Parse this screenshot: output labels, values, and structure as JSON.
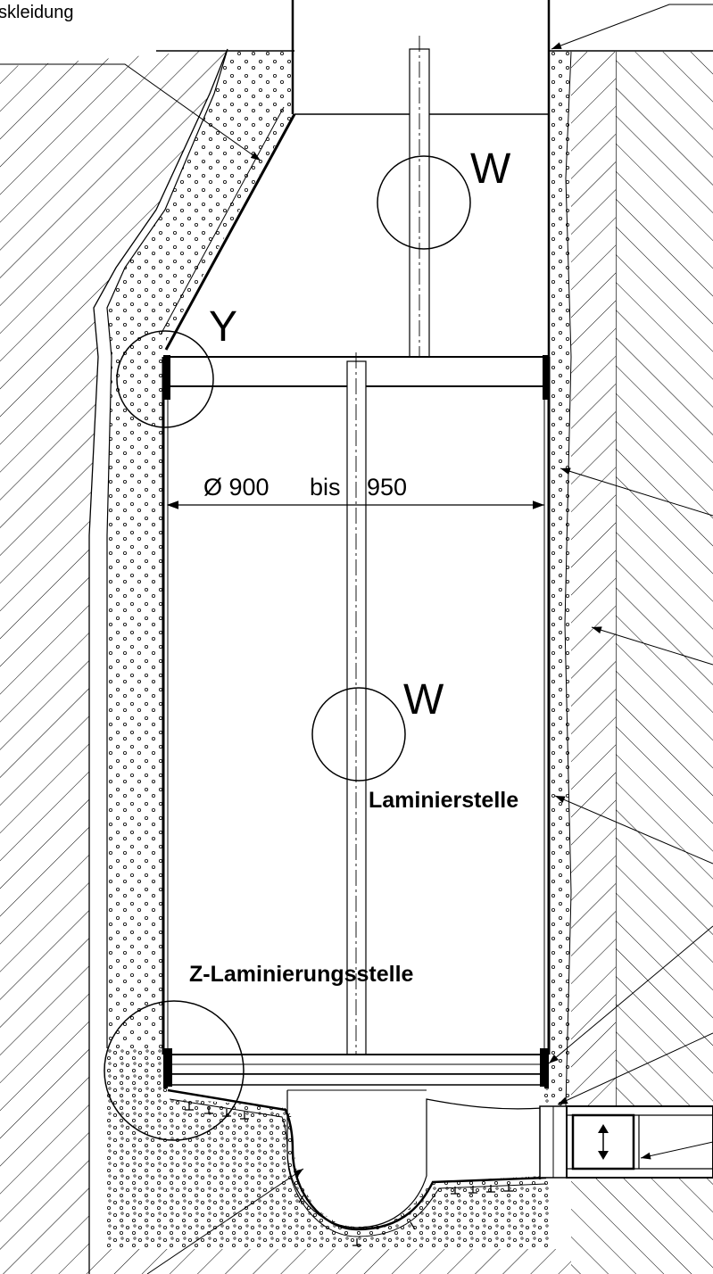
{
  "labels": {
    "top_left_partial": "skleidung",
    "detail_w_upper": "W",
    "detail_y": "Y",
    "detail_w_lower": "W",
    "diameter_prefix": "Ø 900",
    "diameter_mid": "bis",
    "diameter_end": "950",
    "laminierstelle": "Laminierstelle",
    "z_laminierung": "Z-Laminierungsstelle"
  },
  "colors": {
    "line": "#000000",
    "background": "#ffffff"
  },
  "icons": {
    "pipe_arrow": "double-headed-vertical-arrow"
  }
}
